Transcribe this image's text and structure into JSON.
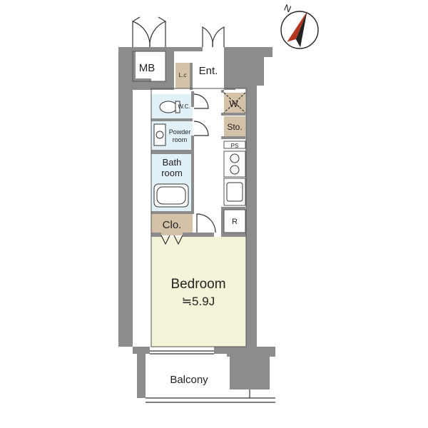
{
  "compass": {
    "label": "N",
    "icon": "north-arrow-icon"
  },
  "rooms": {
    "mb": "MB",
    "lc": "L.c",
    "entrance": "Ent.",
    "wc": "W.C.",
    "powder_line1": "Powder",
    "powder_line2": "room",
    "bath_line1": "Bath",
    "bath_line2": "room",
    "closet": "Clo.",
    "washer": "W.",
    "storage": "Sto.",
    "ps": "PS",
    "refrigerator": "R",
    "bedroom": "Bedroom",
    "bedroom_area": "≒5.9J",
    "balcony": "Balcony"
  },
  "colors": {
    "wall": "#8c8c8c",
    "bedroom_floor": "#f6f4d8",
    "wet_area": "#e2f1f7",
    "storage_wood": "#d4c2a8",
    "compass_red": "#b5361f"
  }
}
